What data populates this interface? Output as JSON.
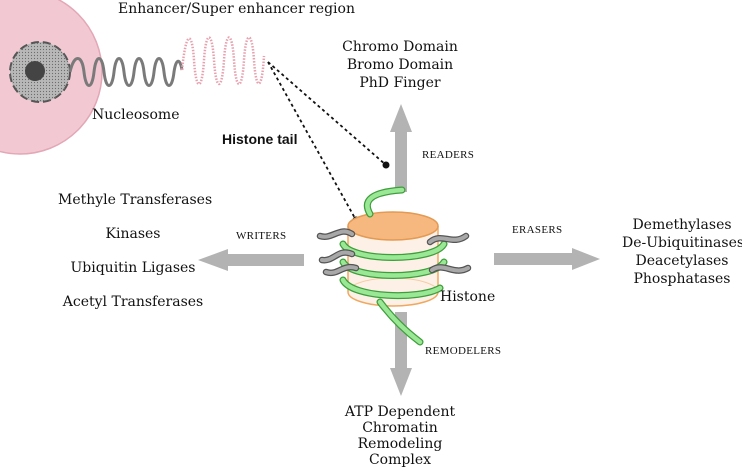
{
  "labels": {
    "region": "Enhancer/Super enhancer region",
    "nucleosome": "Nucleosome",
    "histone_tail": "Histone tail",
    "histone": "Histone"
  },
  "readers": {
    "label": "READERS",
    "items": [
      "Chromo Domain",
      "Bromo Domain",
      "PhD Finger"
    ]
  },
  "writers": {
    "label": "WRITERS",
    "items": [
      "Methyle Transferases",
      "Kinases",
      "Ubiquitin Ligases",
      "Acetyl Transferases"
    ]
  },
  "erasers": {
    "label": "ERASERS",
    "items": [
      "Demethylases",
      "De-Ubiquitinases",
      "Deacetylases",
      "Phosphatases"
    ]
  },
  "remodelers": {
    "label": "REMODELERS",
    "items": [
      "ATP Dependent",
      "Chromatin",
      "Remodeling",
      "Complex"
    ]
  },
  "colors": {
    "cell": "#f2c9d3",
    "arrow": "#b3b3b3",
    "histone_core": "#f7b880",
    "dna_strand": "#8fe08a",
    "tail": "#8c8c8c"
  }
}
